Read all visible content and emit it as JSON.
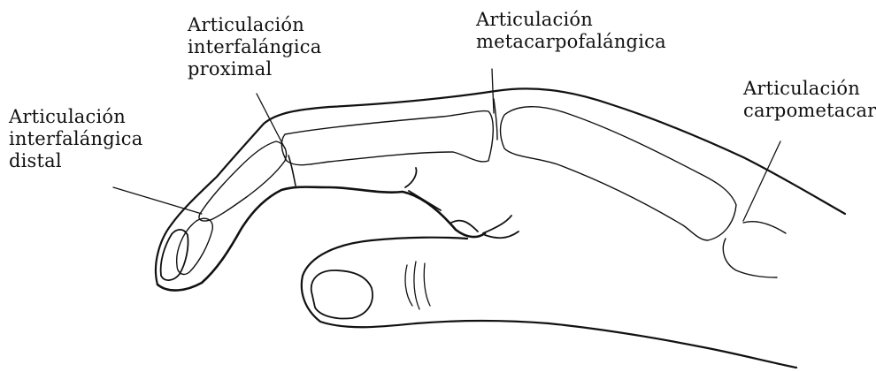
{
  "colors": {
    "ink": "#111111",
    "background": "#ffffff"
  },
  "labels": {
    "distal": {
      "line1": "Articulación",
      "line2": "interfalángica",
      "line3": "distal"
    },
    "proximal": {
      "line1": "Articulación",
      "line2": "interfalángica",
      "line3": "proximal"
    },
    "metacarpo": {
      "line1": "Articulación",
      "line2": "metacarpofalángica"
    },
    "carpometa": {
      "line1": "Articulación",
      "line2": "carpometacar"
    }
  }
}
